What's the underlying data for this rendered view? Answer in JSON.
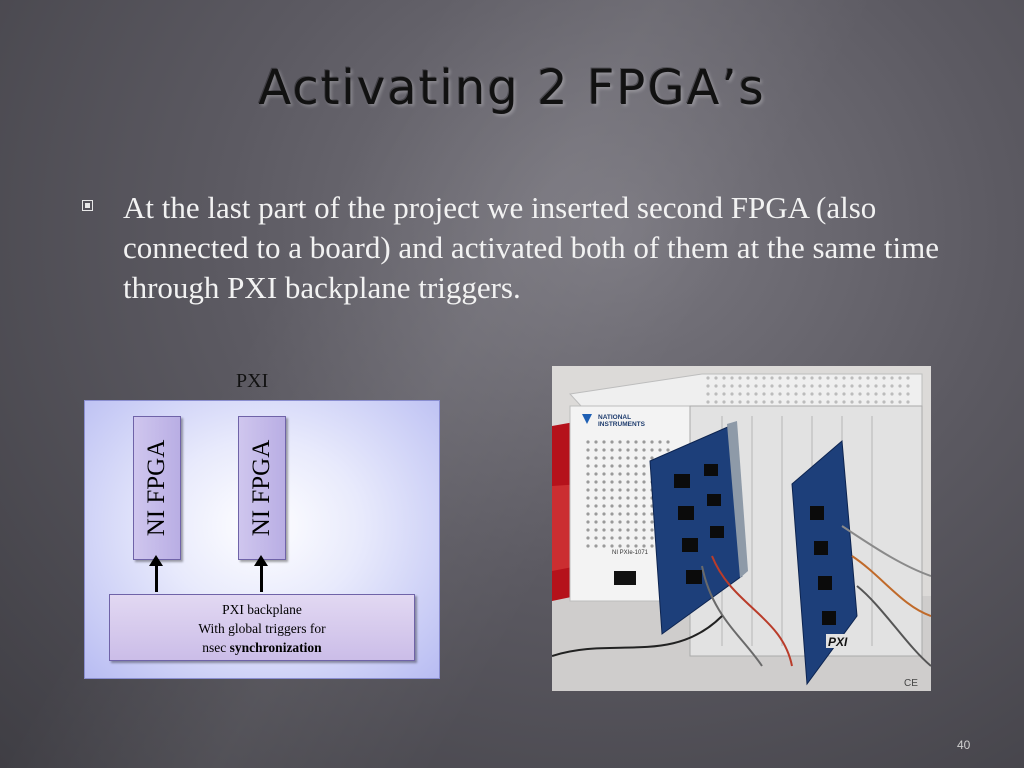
{
  "slide": {
    "title": "Activating 2 FPGA’s",
    "bullet": "At the last part of the project we inserted second FPGA (also connected to a board) and activated both of them at the same time through PXI backplane triggers.",
    "page_number": "40"
  },
  "diagram": {
    "label": "PXI",
    "fpga_left": "NI FPGA",
    "fpga_right": "NI FPGA",
    "backplane_line1": "PXI backplane",
    "backplane_line2": "With global triggers for",
    "backplane_line3_prefix": "nsec",
    "backplane_line3_bold": "synchronization"
  },
  "photo": {
    "brand_line1": "NATIONAL",
    "brand_line2": "INSTRUMENTS",
    "model": "NI PXIe-1071",
    "logo": "PXI",
    "ce_mark": "CE"
  }
}
